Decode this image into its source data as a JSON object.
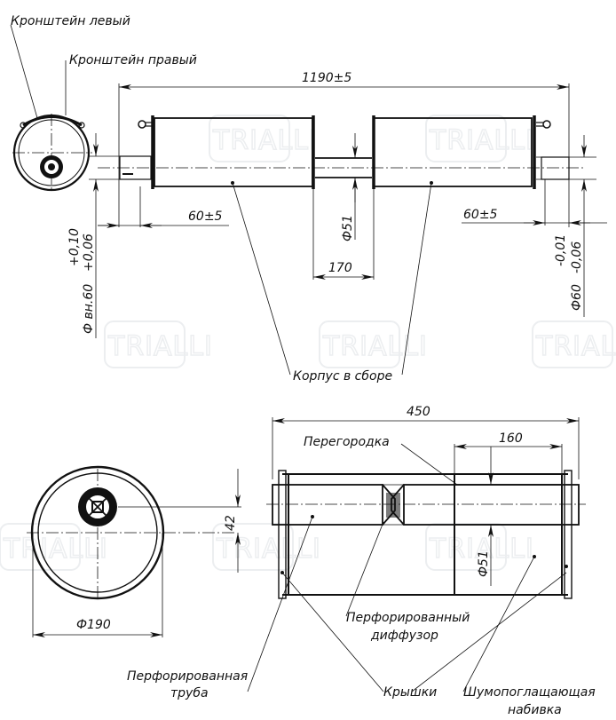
{
  "watermark": {
    "text": "TRIALLI"
  },
  "top_view": {
    "labels": {
      "bracket_left": "Кронштейн левый",
      "bracket_right": "Кронштейн правый",
      "body_assembly": "Корпус в сборе"
    },
    "dimensions": {
      "overall_length": "1190±5",
      "left_pipe_length": "60±5",
      "right_pipe_length": "60±5",
      "connector_diameter": "Ф51",
      "connector_length": "170",
      "inlet_diameter": "Ф вн.60",
      "inlet_tol_upper": "+0,10",
      "inlet_tol_lower": "+0,06",
      "outlet_diameter": "Ф60",
      "outlet_tol_upper": "-0,01",
      "outlet_tol_lower": "-0,06"
    }
  },
  "bottom_view": {
    "labels": {
      "baffle": "Перегородка",
      "perforated_diffuser_line1": "Перфорированный",
      "perforated_diffuser_line2": "диффузор",
      "perforated_pipe_line1": "Перфорированная",
      "perforated_pipe_line2": "труба",
      "caps": "Крышки",
      "sound_packing_line1": "Шумопоглащающая",
      "sound_packing_line2": "набивка"
    },
    "dimensions": {
      "body_length": "450",
      "packing_length": "160",
      "pipe_diameter": "Ф51",
      "body_diameter": "Ф190",
      "pipe_offset": "42"
    }
  }
}
